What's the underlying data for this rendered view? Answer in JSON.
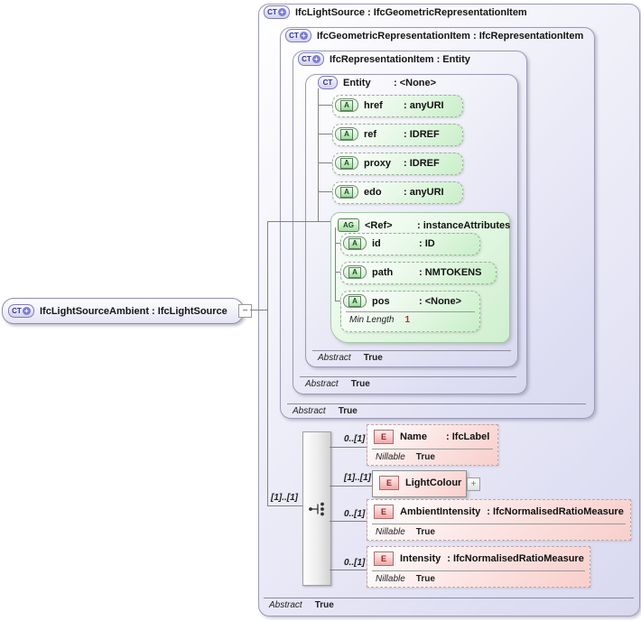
{
  "colors": {
    "type_box_fill": "#d8d8f0",
    "attribute_fill": "#c9efc9",
    "element_fill": "#f8cfcb",
    "line": "#828282",
    "facet_red": "#cc2222",
    "icon_purple": "#7d7dd2"
  },
  "icons": {
    "complex_type": "CT",
    "complex_type_plus": "+",
    "attribute": "A",
    "attribute_group": "AG",
    "element": "E",
    "expand": "+",
    "collapse": "−"
  },
  "derived_type": {
    "title": "IfcLightSourceAmbient : IfcLightSource"
  },
  "type_boxes": {
    "light_source": {
      "title": "IfcLightSource : IfcGeometricRepresentationItem",
      "abstract_label": "Abstract",
      "abstract_value": "True"
    },
    "geometric_representation_item": {
      "title": "IfcGeometricRepresentationItem : IfcRepresentationItem",
      "abstract_label": "Abstract",
      "abstract_value": "True"
    },
    "representation_item": {
      "title": "IfcRepresentationItem : Entity",
      "abstract_label": "Abstract",
      "abstract_value": "True"
    },
    "entity": {
      "title_name": "Entity",
      "title_type": ": <None>",
      "abstract_label": "Abstract",
      "abstract_value": "True"
    }
  },
  "entity_attributes": [
    {
      "name": "href",
      "type": ": anyURI"
    },
    {
      "name": "ref",
      "type": ": IDREF"
    },
    {
      "name": "proxy",
      "type": ": IDREF"
    },
    {
      "name": "edo",
      "type": ": anyURI"
    }
  ],
  "attribute_group": {
    "name": "<Ref>",
    "type": ": instanceAttributes",
    "attributes": [
      {
        "name": "id",
        "type": ": ID"
      },
      {
        "name": "path",
        "type": ": NMTOKENS"
      },
      {
        "name": "pos",
        "type": ": <None>",
        "facet_label": "Min Length",
        "facet_value": "1"
      }
    ]
  },
  "sequence": {
    "cardinality": "[1]..[1]"
  },
  "elements": [
    {
      "cardinality": "0..[1]",
      "name": "Name",
      "type": ": IfcLabel",
      "facet_label": "Nillable",
      "facet_value": "True"
    },
    {
      "cardinality": "[1]..[1]",
      "name": "LightColour",
      "expand_label": "+"
    },
    {
      "cardinality": "0..[1]",
      "name": "AmbientIntensity",
      "type": ": IfcNormalisedRatioMeasure",
      "facet_label": "Nillable",
      "facet_value": "True"
    },
    {
      "cardinality": "0..[1]",
      "name": "Intensity",
      "type": ": IfcNormalisedRatioMeasure",
      "facet_label": "Nillable",
      "facet_value": "True"
    }
  ]
}
